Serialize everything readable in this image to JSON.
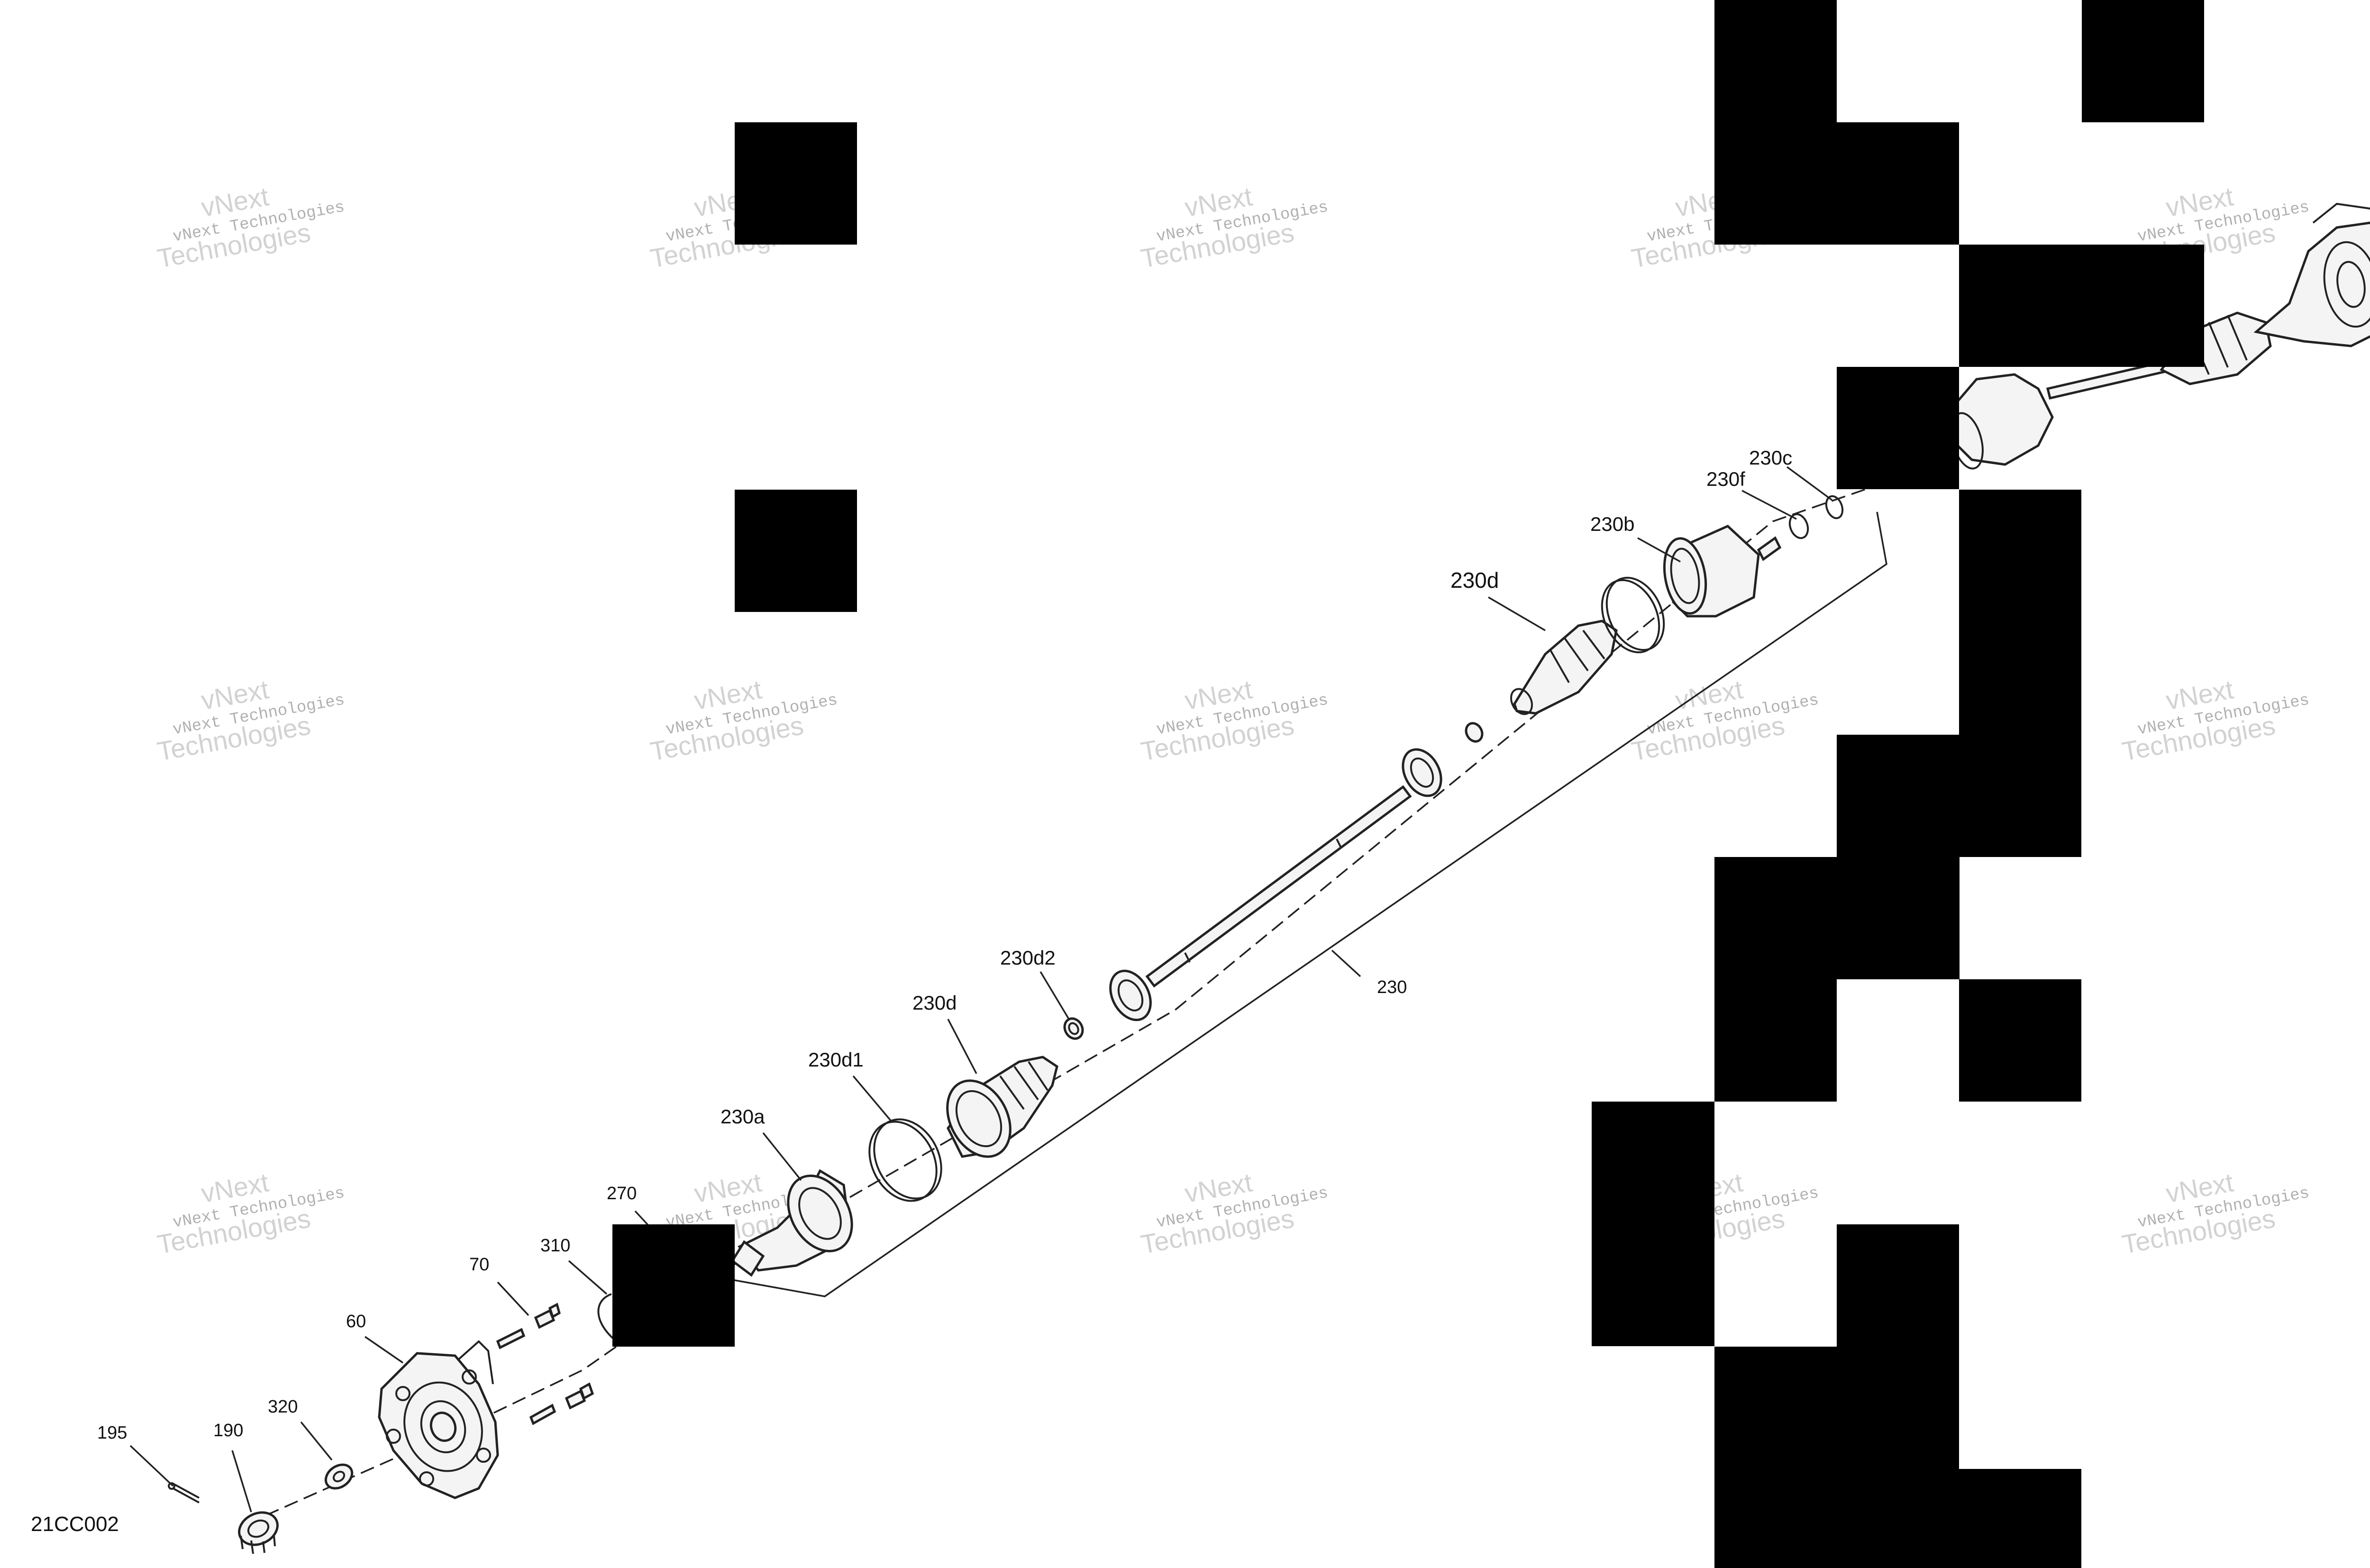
{
  "watermark": {
    "line1": "vNext Technologies",
    "line2": "vNext",
    "line3": "Technologies"
  },
  "diagram_code": "21CC002",
  "callouts": {
    "c195": "195",
    "c190": "190",
    "c320": "320",
    "c60": "60",
    "c70": "70",
    "c310": "310",
    "c270": "270",
    "c230a": "230a",
    "c230d1": "230d1",
    "c230d_lower": "230d",
    "c230d2": "230d2",
    "c230": "230",
    "c230d_upper": "230d",
    "c230b": "230b",
    "c230f": "230f",
    "c230c": "230c"
  },
  "colors": {
    "line": "#222222",
    "mask": "#000000",
    "watermark": "#b0b0b0"
  }
}
